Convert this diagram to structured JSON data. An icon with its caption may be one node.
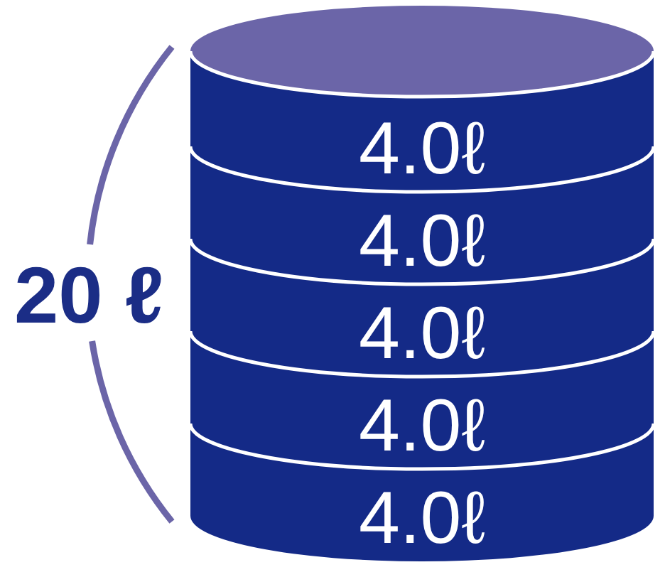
{
  "diagram": {
    "nodes": [
      {
        "text": [],
        "shape": "ellipse"
      },
      {
        "text": [
          "4.0ℓ"
        ]
      },
      {
        "text": [
          "4.0ℓ"
        ]
      },
      {
        "text": [
          "4.0ℓ"
        ]
      },
      {
        "text": [
          "4.0ℓ"
        ]
      },
      {
        "text": [
          "4.0ℓ"
        ]
      }
    ],
    "labels": [
      "20 ℓ"
    ]
  }
}
